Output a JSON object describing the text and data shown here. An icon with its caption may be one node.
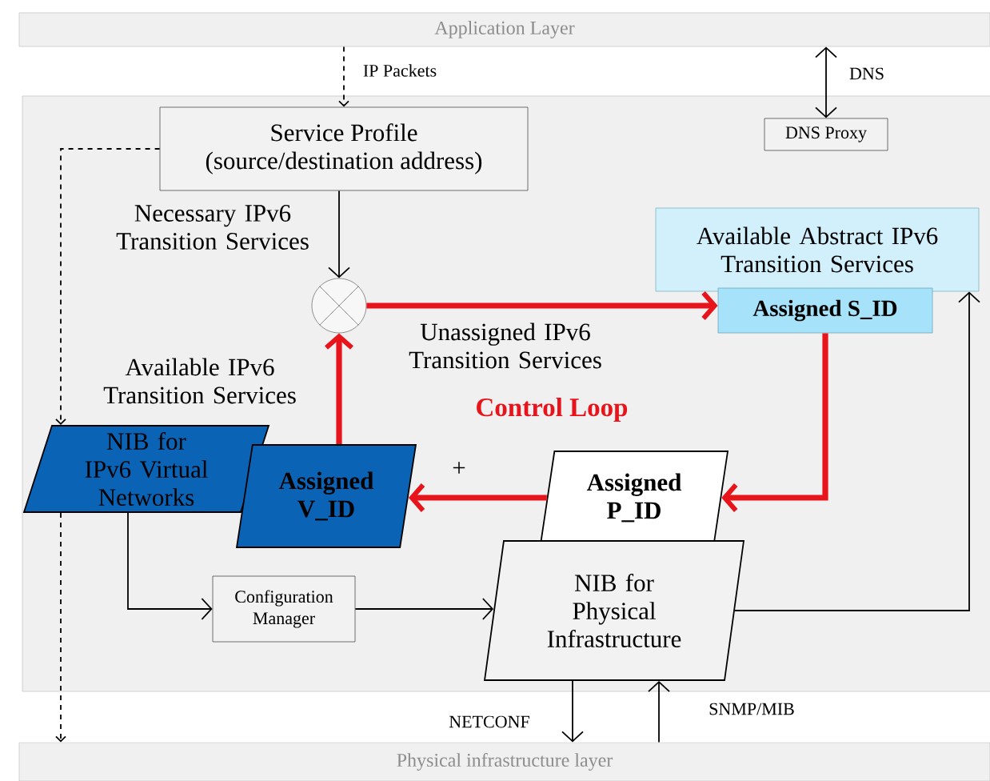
{
  "diagram": {
    "nodes": [
      {
        "text": [
          "Application Layer"
        ]
      },
      {
        "text": [
          "Service Profile",
          "(source/destination address)"
        ]
      },
      {
        "text": [
          "DNS Proxy"
        ]
      },
      {
        "text": [
          "Available Abstract IPv6 Transition Services"
        ]
      },
      {
        "text": [
          "Assigned S_ID"
        ]
      },
      {
        "text": [],
        "shape": "circle"
      },
      {
        "text": [
          "NIB for IPv6 Virtual Networks"
        ]
      },
      {
        "text": [
          "Assigned V_ID"
        ]
      },
      {
        "text": [
          "Assigned P_ID"
        ]
      },
      {
        "text": [
          "Configuration Manager"
        ]
      },
      {
        "text": [
          "NIB for Physical Infrastructure"
        ]
      },
      {
        "text": [
          "Physical infrastructure layer"
        ]
      }
    ],
    "edges": [
      {
        "from": 0,
        "to": 1,
        "arrow": "to",
        "label": "IP Packets",
        "style": "dashed"
      },
      {
        "from": 0,
        "to": 2,
        "arrow": "both",
        "label": "DNS"
      },
      {
        "from": 1,
        "to": 5,
        "arrow": "to",
        "label": "Necessary IPv6 Transition Services"
      },
      {
        "from": 5,
        "to": 4,
        "arrow": "to",
        "label": "Unassigned IPv6 Transition Services",
        "style": "thick",
        "color": "#e8141b"
      },
      {
        "from": 4,
        "to": 8,
        "arrow": "to",
        "style": "thick",
        "color": "#e8141b"
      },
      {
        "from": 8,
        "to": 7,
        "arrow": "to",
        "label": "+",
        "style": "thick",
        "color": "#e8141b"
      },
      {
        "from": 7,
        "to": 5,
        "arrow": "to",
        "label": "Available IPv6 Transition Services",
        "style": "thick",
        "color": "#e8141b"
      },
      {
        "from": 1,
        "to": 6,
        "arrow": "to",
        "style": "dashed"
      },
      {
        "from": 6,
        "to": 11,
        "arrow": "to",
        "style": "dashed"
      },
      {
        "from": 6,
        "to": 9,
        "arrow": "to"
      },
      {
        "from": 9,
        "to": 10,
        "arrow": "to"
      },
      {
        "from": 10,
        "to": 3,
        "arrow": "to"
      },
      {
        "from": 10,
        "to": 11,
        "arrow": "to",
        "label": "NETCONF"
      },
      {
        "from": 11,
        "to": 10,
        "arrow": "to",
        "label": "SNMP/MIB"
      }
    ],
    "labels": [
      "Control Loop"
    ]
  }
}
